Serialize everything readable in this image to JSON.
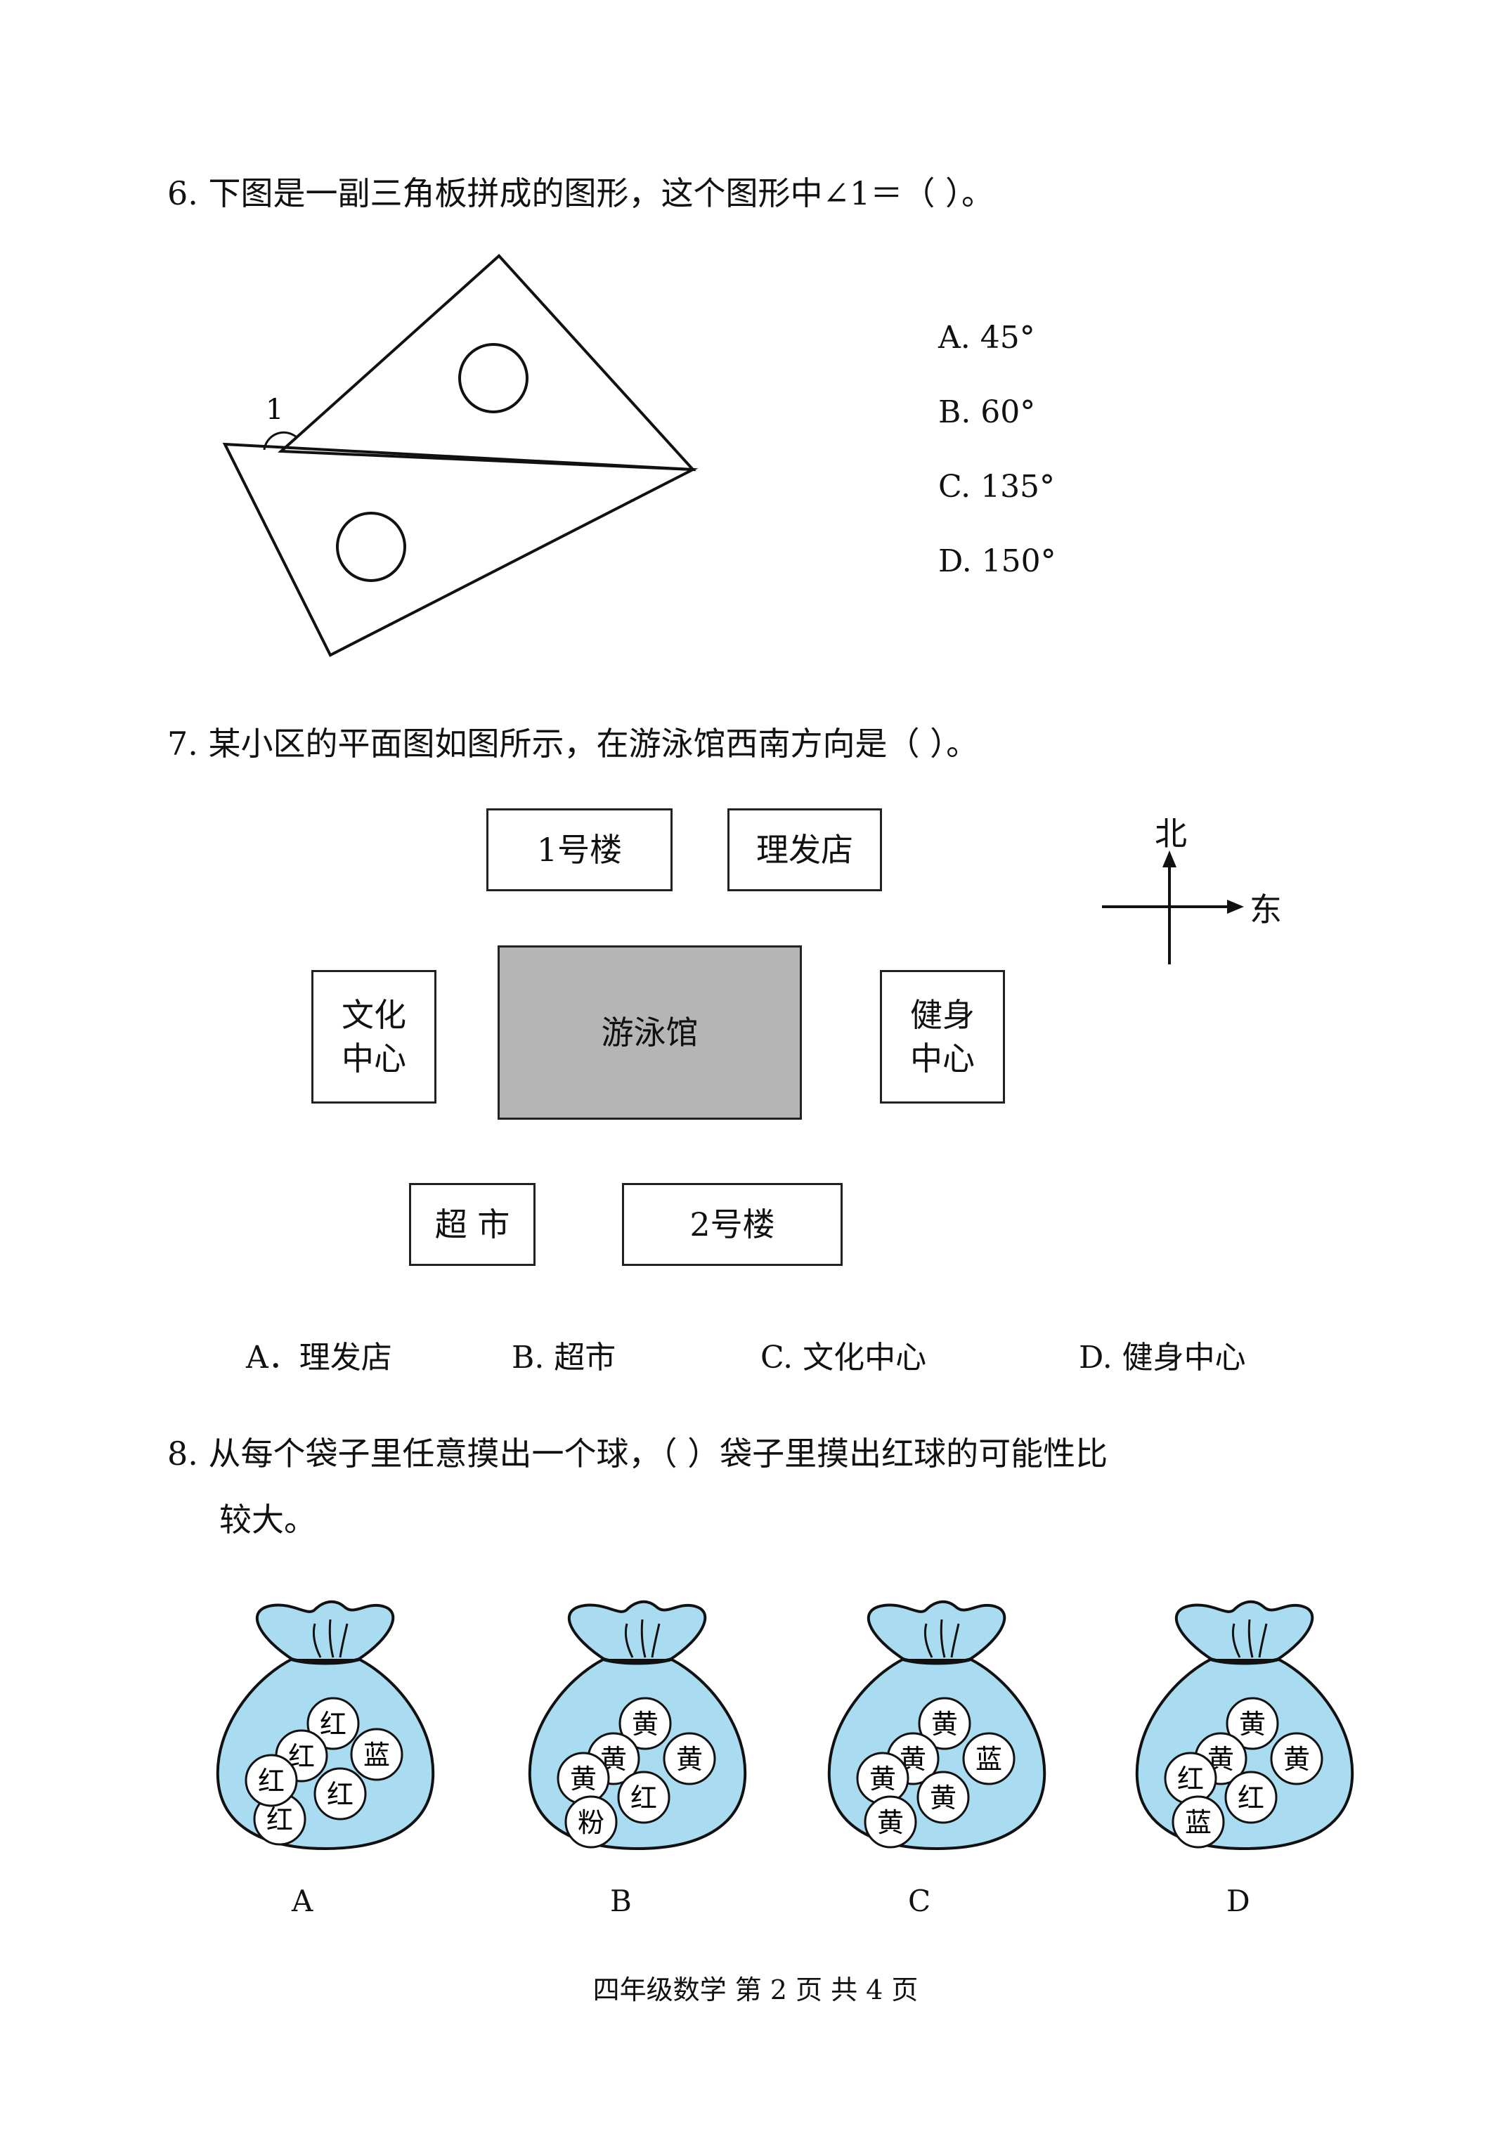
{
  "q6": {
    "text": "6.  下图是一副三角板拼成的图形，这个图形中∠1＝（          ）。",
    "angle_label": "1",
    "options": [
      "A.  45°",
      "B.  60°",
      "C.  135°",
      "D.  150°"
    ]
  },
  "q7": {
    "text": "7.  某小区的平面图如图所示，在游泳馆西南方向是（          ）。",
    "buildings": {
      "b1": "1号楼",
      "barber": "理发店",
      "culture_1": "文化",
      "culture_2": "中心",
      "pool": "游泳馆",
      "gym_1": "健身",
      "gym_2": "中心",
      "market": "超 市",
      "b2": "2号楼"
    },
    "compass": {
      "north": "北",
      "east": "东"
    },
    "options": [
      "A．理发店",
      "B.  超市",
      "C.  文化中心",
      "D.  健身中心"
    ]
  },
  "q8": {
    "text_line1": "8.  从每个袋子里任意摸出一个球，（          ）袋子里摸出红球的可能性比",
    "text_line2": "较大。",
    "bags": [
      {
        "label": "A",
        "balls": [
          "红",
          "红",
          "蓝",
          "红",
          "红",
          "红"
        ]
      },
      {
        "label": "B",
        "balls": [
          "黄",
          "黄",
          "黄",
          "黄",
          "红",
          "粉"
        ]
      },
      {
        "label": "C",
        "balls": [
          "黄",
          "黄",
          "蓝",
          "黄",
          "黄",
          "黄"
        ]
      },
      {
        "label": "D",
        "balls": [
          "黄",
          "黄",
          "红",
          "黄",
          "红",
          "蓝"
        ]
      }
    ],
    "bag_color": "#a9dcf0"
  },
  "footer": "四年级数学    第 2 页   共 4 页"
}
